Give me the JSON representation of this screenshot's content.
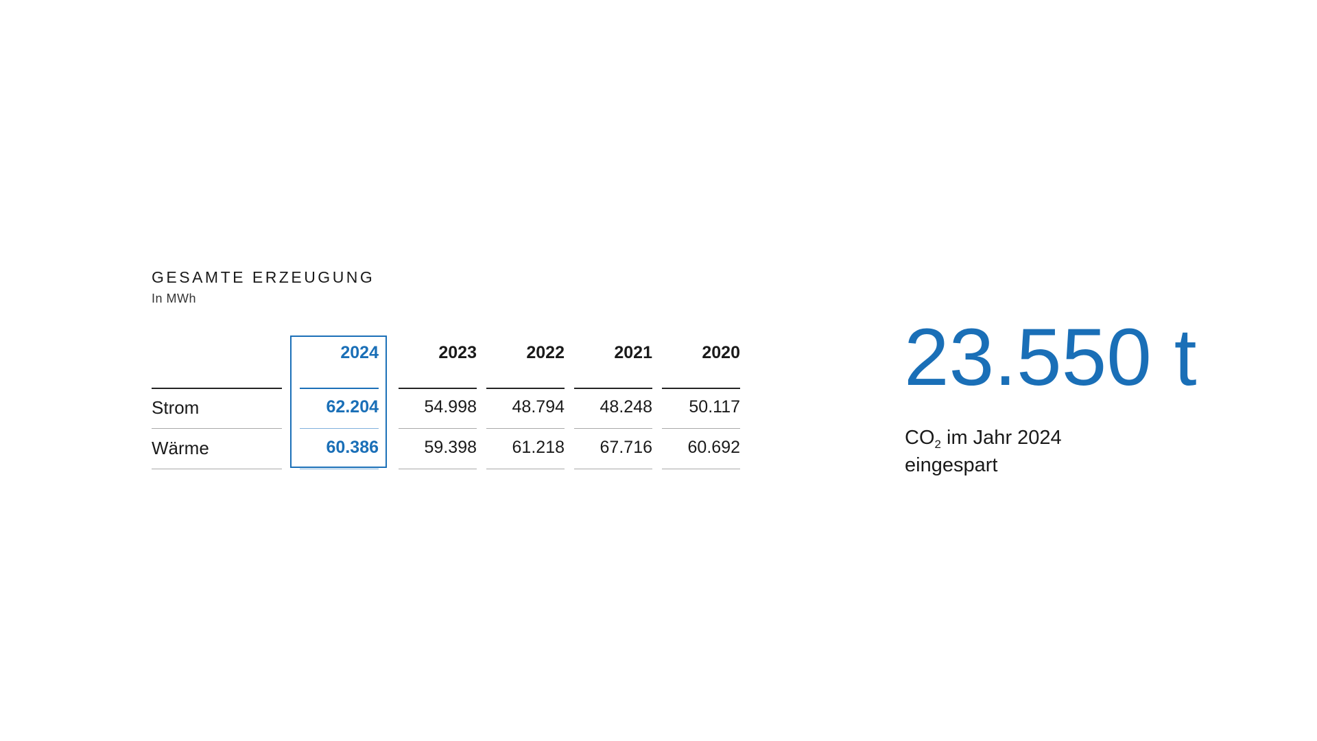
{
  "chart_data": {
    "type": "table",
    "title": "GESAMTE ERZEUGUNG",
    "subtitle": "In MWh",
    "highlight_column": "2024",
    "columns": [
      "2024",
      "2023",
      "2022",
      "2021",
      "2020"
    ],
    "rows": [
      {
        "label": "Strom",
        "values": [
          "62.204",
          "54.998",
          "48.794",
          "48.248",
          "50.117"
        ]
      },
      {
        "label": "Wärme",
        "values": [
          "60.386",
          "59.398",
          "61.218",
          "67.716",
          "60.692"
        ]
      }
    ],
    "accent_color": "#1a6fb7"
  },
  "highlight": {
    "value": "23.550 t",
    "caption_co": "CO",
    "caption_sub": "2",
    "caption_line1_rest": " im Jahr 2024",
    "caption_line2": "eingespart"
  }
}
